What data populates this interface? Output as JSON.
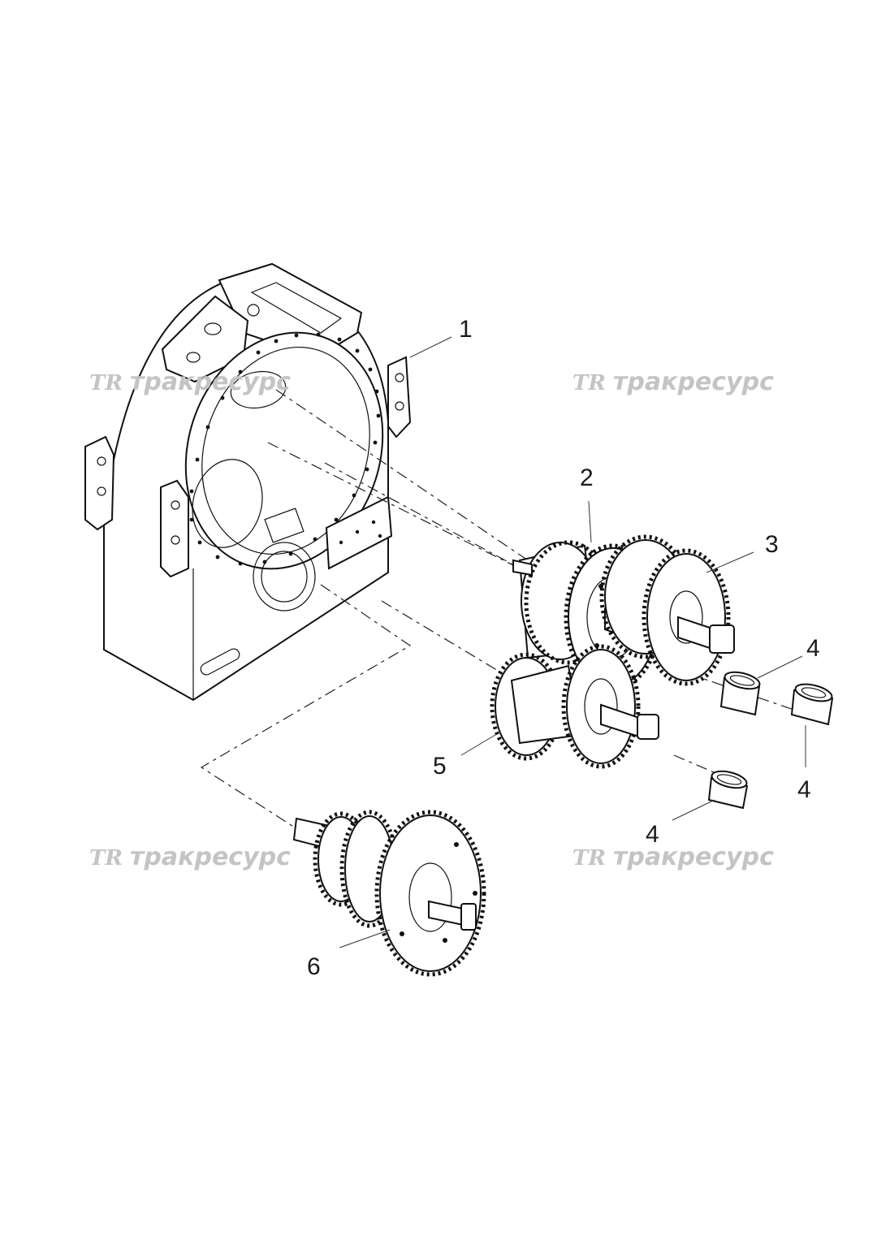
{
  "watermark": {
    "logo": "TR",
    "text": "тракресурс"
  },
  "callouts": {
    "housing": "1",
    "clutch_pack_upper": "2",
    "clutch_pack_right": "3",
    "bearing_right_upper": "4",
    "bearing_right_lower": "4",
    "bearing_bottom": "4",
    "clutch_pack_lower": "5",
    "output_shaft": "6"
  }
}
